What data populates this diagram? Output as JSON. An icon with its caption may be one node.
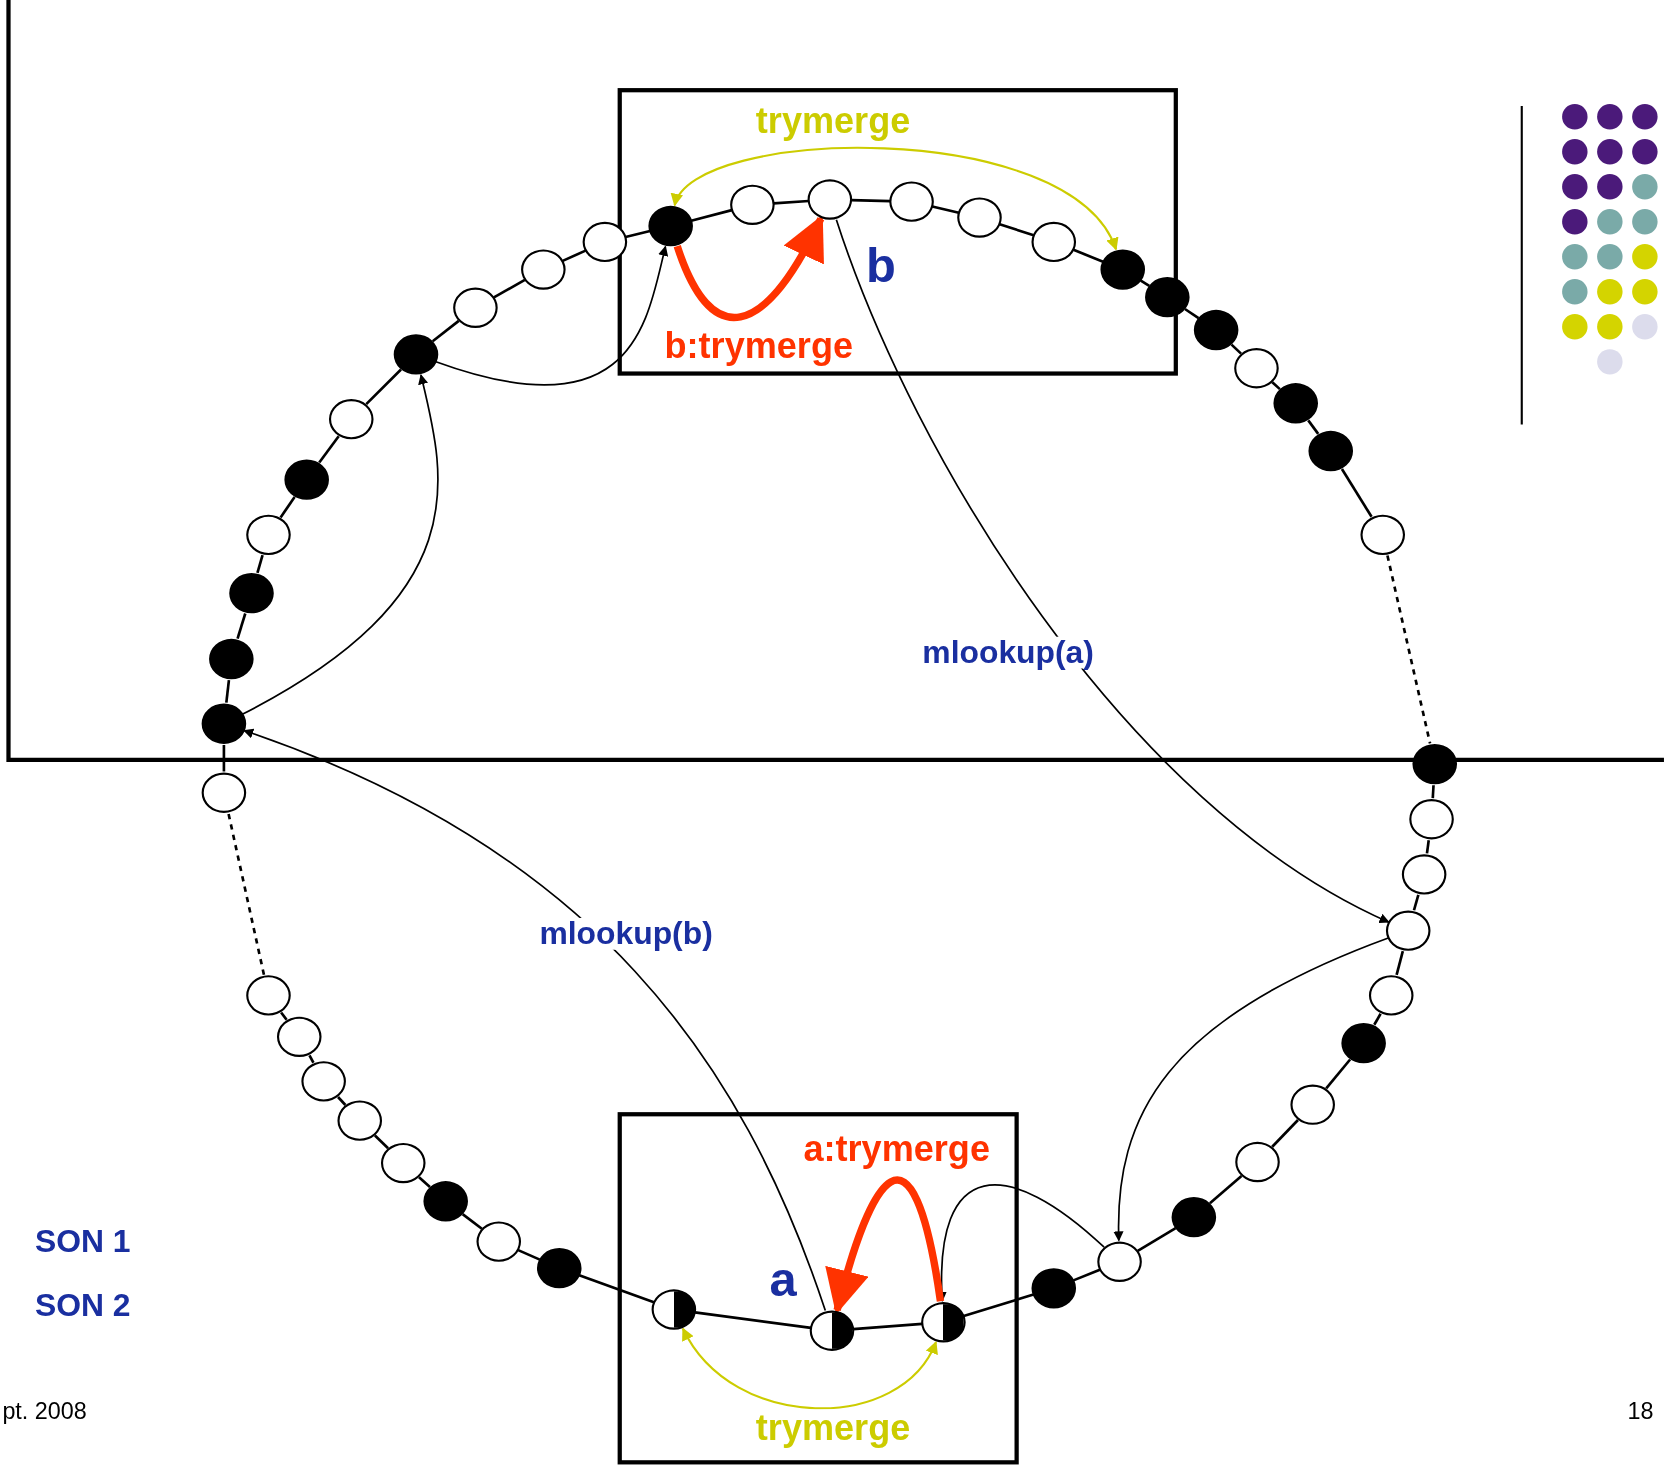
{
  "diagram": {
    "nodes": [
      {
        "text": [],
        "shape": "box"
      },
      {
        "text": [],
        "shape": "box"
      },
      {
        "text": [],
        "shape": "circle"
      },
      {
        "text": [],
        "shape": "circle",
        "in": 0
      },
      {
        "text": [],
        "shape": "circle",
        "in": 0
      },
      {
        "text": [],
        "shape": "circle",
        "in": 0,
        "beside": [
          "b"
        ]
      },
      {
        "text": [],
        "shape": "circle",
        "in": 0
      },
      {
        "text": [],
        "shape": "circle",
        "in": 0
      },
      {
        "text": [],
        "shape": "circle",
        "in": 0
      },
      {
        "text": [],
        "shape": "circle",
        "in": 0
      },
      {
        "text": [],
        "shape": "circle"
      },
      {
        "text": [],
        "shape": "circle"
      },
      {
        "text": [],
        "shape": "circle"
      },
      {
        "text": [],
        "shape": "circle"
      },
      {
        "text": [],
        "shape": "circle"
      },
      {
        "text": [],
        "shape": "circle"
      },
      {
        "text": [],
        "shape": "circle"
      },
      {
        "text": [],
        "shape": "circle"
      },
      {
        "text": [],
        "shape": "circle"
      },
      {
        "text": [],
        "shape": "circle"
      },
      {
        "text": [],
        "shape": "circle"
      },
      {
        "text": [],
        "shape": "circle"
      },
      {
        "text": [],
        "shape": "circle"
      },
      {
        "text": [],
        "shape": "circle"
      },
      {
        "text": [],
        "shape": "circle"
      },
      {
        "text": [],
        "shape": "circle"
      },
      {
        "text": [],
        "shape": "circle"
      },
      {
        "text": [],
        "shape": "circle",
        "in": 1
      },
      {
        "text": [],
        "shape": "circle",
        "in": 1,
        "beside": [
          "a"
        ]
      },
      {
        "text": [],
        "shape": "circle",
        "in": 1
      },
      {
        "text": [],
        "shape": "circle"
      },
      {
        "text": [],
        "shape": "circle"
      },
      {
        "text": [],
        "shape": "circle"
      },
      {
        "text": [],
        "shape": "circle"
      },
      {
        "text": [],
        "shape": "circle"
      },
      {
        "text": [],
        "shape": "circle"
      },
      {
        "text": [],
        "shape": "circle"
      },
      {
        "text": [],
        "shape": "circle"
      },
      {
        "text": [],
        "shape": "circle"
      },
      {
        "text": [],
        "shape": "circle"
      },
      {
        "text": [],
        "shape": "circle"
      },
      {
        "text": [],
        "shape": "circle"
      },
      {
        "text": [],
        "shape": "circle"
      },
      {
        "text": [],
        "shape": "circle"
      },
      {
        "text": [],
        "shape": "circle"
      },
      {
        "text": [],
        "shape": "circle"
      },
      {
        "text": [],
        "shape": "circle"
      },
      {
        "text": [],
        "shape": "circle"
      }
    ],
    "edges": [
      {
        "from": 2,
        "to": 3,
        "arrow": "none"
      },
      {
        "from": 3,
        "to": 4,
        "arrow": "none"
      },
      {
        "from": 4,
        "to": 5,
        "arrow": "none"
      },
      {
        "from": 5,
        "to": 6,
        "arrow": "none"
      },
      {
        "from": 6,
        "to": 7,
        "arrow": "none"
      },
      {
        "from": 7,
        "to": 8,
        "arrow": "none"
      },
      {
        "from": 8,
        "to": 9,
        "arrow": "none"
      },
      {
        "from": 9,
        "to": 10,
        "arrow": "none"
      },
      {
        "from": 10,
        "to": 11,
        "arrow": "none"
      },
      {
        "from": 11,
        "to": 12,
        "arrow": "none"
      },
      {
        "from": 12,
        "to": 13,
        "arrow": "none"
      },
      {
        "from": 13,
        "to": 14,
        "arrow": "none"
      },
      {
        "from": 14,
        "to": 15,
        "arrow": "none"
      },
      {
        "from": 15,
        "to": 16,
        "arrow": "none",
        "style": "dashed"
      },
      {
        "from": 16,
        "to": 17,
        "arrow": "none"
      },
      {
        "from": 17,
        "to": 18,
        "arrow": "none"
      },
      {
        "from": 18,
        "to": 19,
        "arrow": "none"
      },
      {
        "from": 19,
        "to": 20,
        "arrow": "none"
      },
      {
        "from": 20,
        "to": 21,
        "arrow": "none"
      },
      {
        "from": 21,
        "to": 22,
        "arrow": "none"
      },
      {
        "from": 22,
        "to": 23,
        "arrow": "none"
      },
      {
        "from": 23,
        "to": 24,
        "arrow": "none"
      },
      {
        "from": 24,
        "to": 25,
        "arrow": "none"
      },
      {
        "from": 25,
        "to": 26,
        "arrow": "none"
      },
      {
        "from": 26,
        "to": 29,
        "arrow": "none"
      },
      {
        "from": 29,
        "to": 28,
        "arrow": "none"
      },
      {
        "from": 28,
        "to": 27,
        "arrow": "none"
      },
      {
        "from": 27,
        "to": 30,
        "arrow": "none"
      },
      {
        "from": 30,
        "to": 31,
        "arrow": "none"
      },
      {
        "from": 31,
        "to": 32,
        "arrow": "none"
      },
      {
        "from": 32,
        "to": 33,
        "arrow": "none"
      },
      {
        "from": 33,
        "to": 34,
        "arrow": "none"
      },
      {
        "from": 34,
        "to": 35,
        "arrow": "none"
      },
      {
        "from": 35,
        "to": 36,
        "arrow": "none"
      },
      {
        "from": 36,
        "to": 37,
        "arrow": "none"
      },
      {
        "from": 37,
        "to": 38,
        "arrow": "none",
        "style": "dashed"
      },
      {
        "from": 38,
        "to": 39,
        "arrow": "none"
      },
      {
        "from": 39,
        "to": 40,
        "arrow": "none"
      },
      {
        "from": 40,
        "to": 41,
        "arrow": "none"
      },
      {
        "from": 41,
        "to": 42,
        "arrow": "none"
      },
      {
        "from": 42,
        "to": 43,
        "arrow": "none"
      },
      {
        "from": 43,
        "to": 44,
        "arrow": "none"
      },
      {
        "from": 44,
        "to": 45,
        "arrow": "none"
      },
      {
        "from": 45,
        "to": 46,
        "arrow": "none"
      },
      {
        "from": 46,
        "to": 47,
        "arrow": "none"
      },
      {
        "from": 47,
        "to": 2,
        "arrow": "none"
      },
      {
        "from": 3,
        "to": 9,
        "arrow": "both",
        "label": "trymerge",
        "color": "#cccc00"
      },
      {
        "from": 3,
        "to": 5,
        "arrow": "to",
        "label": "b:trymerge",
        "style": "thick",
        "color": "#ff3300"
      },
      {
        "from": 5,
        "to": 19,
        "arrow": "to",
        "label": "mlookup(a)"
      },
      {
        "from": 19,
        "to": 25,
        "arrow": "to"
      },
      {
        "from": 25,
        "to": 29,
        "arrow": "to"
      },
      {
        "from": 29,
        "to": 28,
        "arrow": "to",
        "label": "a:trymerge",
        "style": "thick",
        "color": "#ff3300"
      },
      {
        "from": 27,
        "to": 29,
        "arrow": "both",
        "label": "trymerge",
        "color": "#cccc00"
      },
      {
        "from": 28,
        "to": 39,
        "arrow": "to",
        "label": "mlookup(b)"
      },
      {
        "from": 39,
        "to": 45,
        "arrow": "to"
      },
      {
        "from": 45,
        "to": 3,
        "arrow": "to"
      }
    ],
    "labels": [
      "SON 1",
      "SON 2",
      "pt. 2008",
      "18"
    ]
  }
}
